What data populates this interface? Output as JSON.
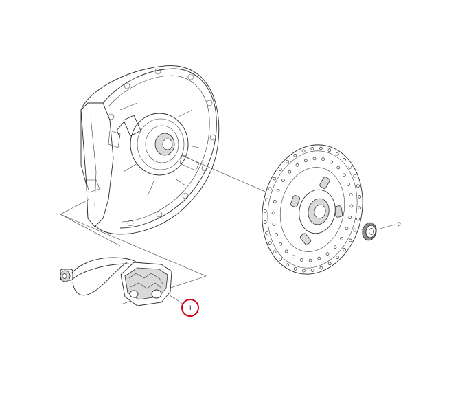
{
  "callouts": [
    {
      "id": "1",
      "label": "1",
      "highlighted": true
    },
    {
      "id": "2",
      "label": "2",
      "highlighted": false
    }
  ],
  "colors": {
    "line": "#2a2a2a",
    "highlight": "#d0021b",
    "background": "#ffffff"
  }
}
